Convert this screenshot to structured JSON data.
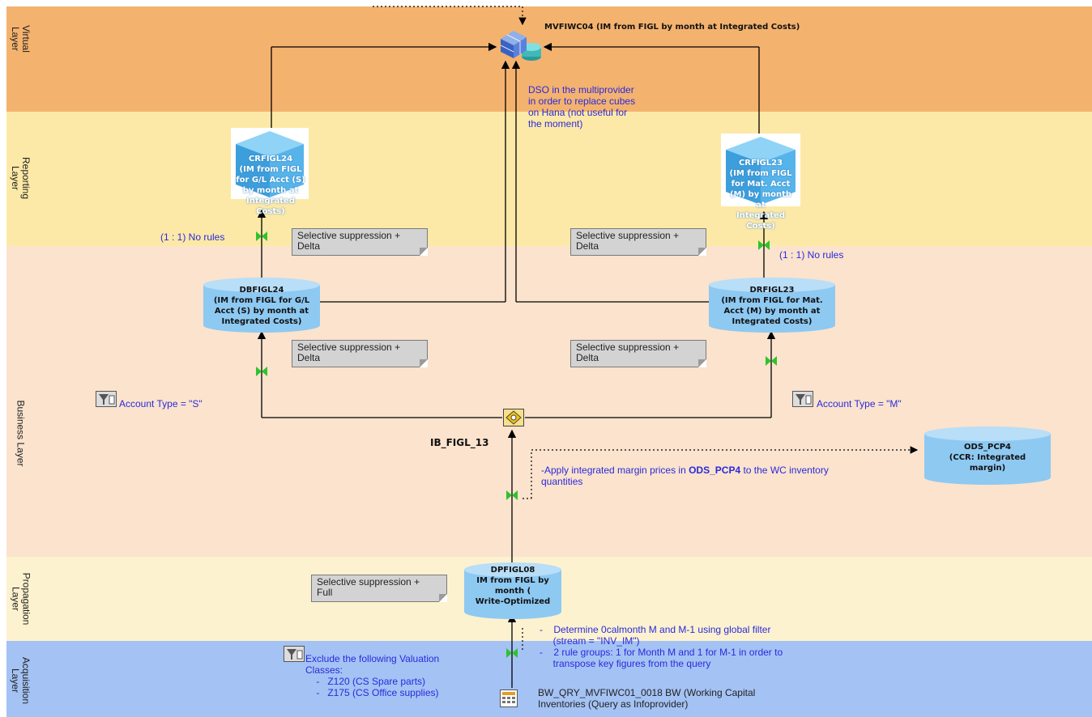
{
  "layers": {
    "virtual": "Virtual\nLayer",
    "reporting": "Reporting\nLayer",
    "business": "Business Layer",
    "propagation": "Propagation\nLayer",
    "acquisition": "Acquisition\nLayer"
  },
  "multiprovider": {
    "label": "MVFIWC04 (IM from FIGL by month at Integrated Costs)",
    "dso_note": "DSO in the multiprovider in order to replace cubes on Hana (not useful for the moment)"
  },
  "cubes": {
    "left": "CRFIGL24\n(IM from FIGL\nfor G/L Acct (S)\nby month at\nIntegrated\nCosts)",
    "right": "CRFIGL23\n(IM from FIGL\nfor Mat. Acct\n(M) by month\nat\nIntegrated\nCosts)"
  },
  "dsos": {
    "left": "DBFIGL24\n(IM from FIGL for G/L\nAcct (S) by month at\nIntegrated Costs)",
    "right": "DRFIGL23\n(IM from FIGL for Mat.\nAcct (M) by month at\nIntegrated Costs)",
    "ods": "ODS_PCP4\n(CCR: Integrated\nmargin)",
    "dp": "DPFIGL08\nIM from FIGL by\nmonth (\nWrite-Optimized"
  },
  "rules": {
    "left": "(1 : 1) No rules",
    "right": "(1 : 1) No rules"
  },
  "notes": {
    "sel_delta_1": "Selective suppression +\nDelta",
    "sel_delta_2": "Selective suppression +\nDelta",
    "sel_delta_3": "Selective suppression +\nDelta",
    "sel_delta_4": "Selective suppression +\nDelta",
    "sel_full": "Selective suppression +\nFull"
  },
  "filters": {
    "account_s": "Account Type = \"S\"",
    "account_m": "Account Type = \"M\"",
    "valuation": "Exclude the following Valuation\nClasses:\n    -   Z120 (CS Spare parts)\n    -   Z175 (CS Office supplies)"
  },
  "infosource": {
    "label": "IB_FIGL_13",
    "apply_note_pre": "-Apply integrated margin prices in ",
    "apply_note_ods": "ODS_PCP4",
    "apply_note_post": " to the WC inventory\nquantities"
  },
  "acquisition": {
    "determine_note": "-    Determine 0calmonth M and M-1 using global filter\n     (stream = \"INV_IM\")\n-    2 rule groups: 1 for Month M and 1 for M-1 in order to\n     transpose key figures from the query",
    "query_label": "BW_QRY_MVFIWC01_0018 BW (Working Capital\nInventories (Query as Infoprovider)"
  },
  "colors": {
    "virtual": "#f4b26f",
    "reporting": "#fde9a7",
    "business": "#fbe3cd",
    "propagation": "#fdf2cf",
    "acquisition": "#a4c2f4",
    "link_text": "#2a2adc",
    "connector": "#2fc22f"
  }
}
